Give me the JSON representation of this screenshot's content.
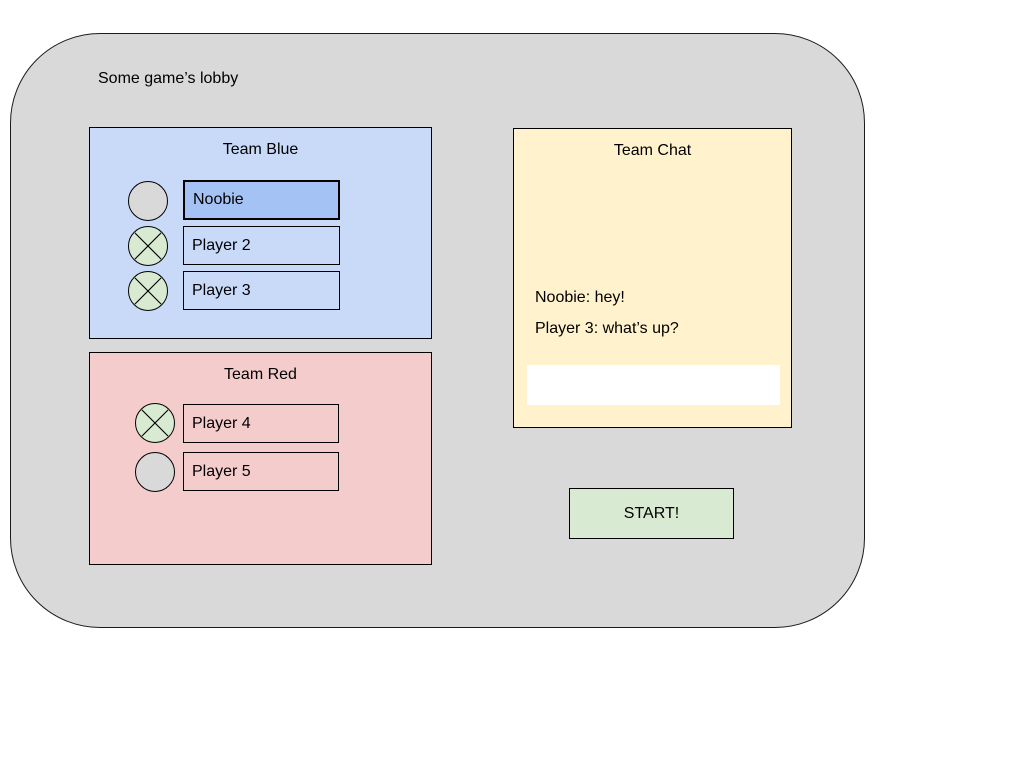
{
  "page": {
    "title": "Some game’s lobby"
  },
  "colors": {
    "lobby_bg": "#d9d9d9",
    "team_blue_bg": "#c9daf8",
    "team_blue_selected_bg": "#a4c2f4",
    "team_red_bg": "#f4cccc",
    "chat_bg": "#fff2cc",
    "start_button_bg": "#d9ead3",
    "ready_circle_bg": "#d9ead3",
    "idle_circle_bg": "#d9d9d9",
    "input_bg": "#ffffff",
    "outline": "#000000"
  },
  "teams": [
    {
      "label": "Team Blue",
      "players": [
        {
          "name": "Noobie",
          "ready": false,
          "highlighted": true
        },
        {
          "name": "Player 2",
          "ready": true,
          "highlighted": false
        },
        {
          "name": "Player 3",
          "ready": true,
          "highlighted": false
        }
      ]
    },
    {
      "label": "Team Red",
      "players": [
        {
          "name": "Player 4",
          "ready": true,
          "highlighted": false
        },
        {
          "name": "Player 5",
          "ready": false,
          "highlighted": false
        }
      ]
    }
  ],
  "chat": {
    "title": "Team Chat",
    "messages": [
      {
        "author": "Noobie",
        "text": "hey!",
        "display": "Noobie: hey!"
      },
      {
        "author": "Player 3",
        "text": "what’s up?",
        "display": "Player 3: what’s up?"
      }
    ],
    "input": {
      "value": "",
      "placeholder": ""
    }
  },
  "start_button": {
    "label": "START!"
  }
}
